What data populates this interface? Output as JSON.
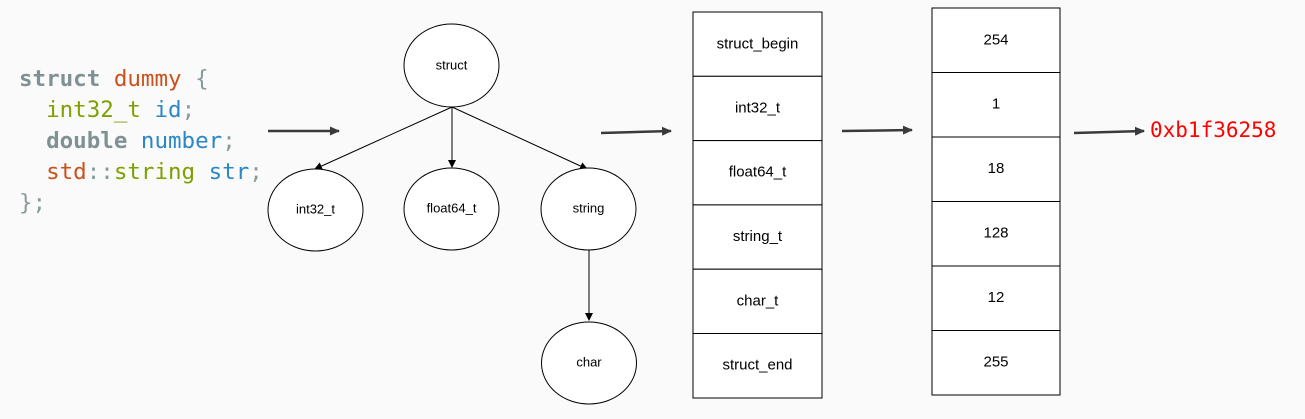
{
  "code": {
    "lines": [
      [
        {
          "text": "struct",
          "kind": "kw"
        },
        {
          "text": " ",
          "kind": "punct"
        },
        {
          "text": "dummy",
          "kind": "name"
        },
        {
          "text": " {",
          "kind": "punct"
        }
      ],
      [
        {
          "text": "  ",
          "kind": "punct"
        },
        {
          "text": "int32_t",
          "kind": "type-green"
        },
        {
          "text": " ",
          "kind": "punct"
        },
        {
          "text": "id",
          "kind": "ident-blue"
        },
        {
          "text": ";",
          "kind": "punct"
        }
      ],
      [
        {
          "text": "  ",
          "kind": "punct"
        },
        {
          "text": "double",
          "kind": "kw"
        },
        {
          "text": " ",
          "kind": "punct"
        },
        {
          "text": "number",
          "kind": "ident-blue"
        },
        {
          "text": ";",
          "kind": "punct"
        }
      ],
      [
        {
          "text": "  ",
          "kind": "punct"
        },
        {
          "text": "std",
          "kind": "name"
        },
        {
          "text": "::",
          "kind": "punct"
        },
        {
          "text": "string",
          "kind": "type-green"
        },
        {
          "text": " ",
          "kind": "punct"
        },
        {
          "text": "str",
          "kind": "ident-blue"
        },
        {
          "text": ";",
          "kind": "punct"
        }
      ],
      [
        {
          "text": "};",
          "kind": "punct"
        }
      ]
    ]
  },
  "tree": {
    "root": "struct",
    "children": [
      "int32_t",
      "float64_t",
      "string"
    ],
    "grandchild": "char"
  },
  "token_column": [
    "struct_begin",
    "int32_t",
    "float64_t",
    "string_t",
    "char_t",
    "struct_end"
  ],
  "value_column": [
    "254",
    "1",
    "18",
    "128",
    "12",
    "255"
  ],
  "hash": "0xb1f36258",
  "colors": {
    "keyword": "#7f9193",
    "name": "#c9521c",
    "type": "#7ea000",
    "identifier": "#2b87c8",
    "hash": "#ff0000"
  }
}
